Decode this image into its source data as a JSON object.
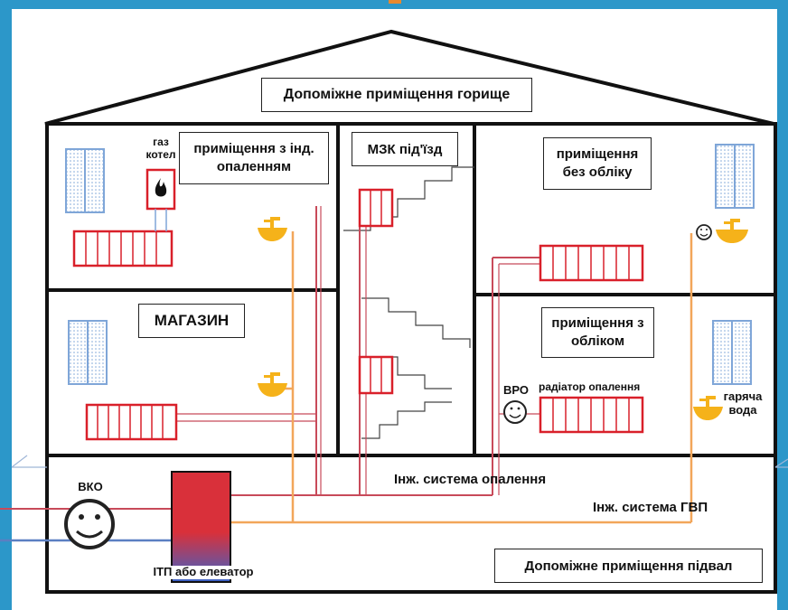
{
  "labels": {
    "attic": "Допоміжне приміщення горище",
    "room_individual_heating": "приміщення з інд. опаленням",
    "stairwell": "МЗК під'їзд",
    "room_no_meter": "приміщення без обліку",
    "shop": "МАГАЗИН",
    "room_with_meter": "приміщення з обліком",
    "basement": "Допоміжне приміщення підвал",
    "gas_boiler": "газ котел",
    "vro": "ВРО",
    "radiator": "радіатор опалення",
    "hot_water": "гаряча вода",
    "vko": "ВКО",
    "itp": "ІТП або елеватор",
    "heating_system": "Інж. система опалення",
    "hot_water_system": "Інж. система ГВП"
  },
  "colors": {
    "frame": "#2c97c9",
    "radiator": "#d9202a",
    "heating_pipe": "#c84a5a",
    "hot_water_pipe": "#f2a65a",
    "supply_pipe": "#5b7fc2",
    "window": "#7fa6d8",
    "sink": "#f5b21a"
  },
  "icons": [
    "flame-icon",
    "meter-icon",
    "sink-icon",
    "radiator-icon",
    "window-icon"
  ]
}
